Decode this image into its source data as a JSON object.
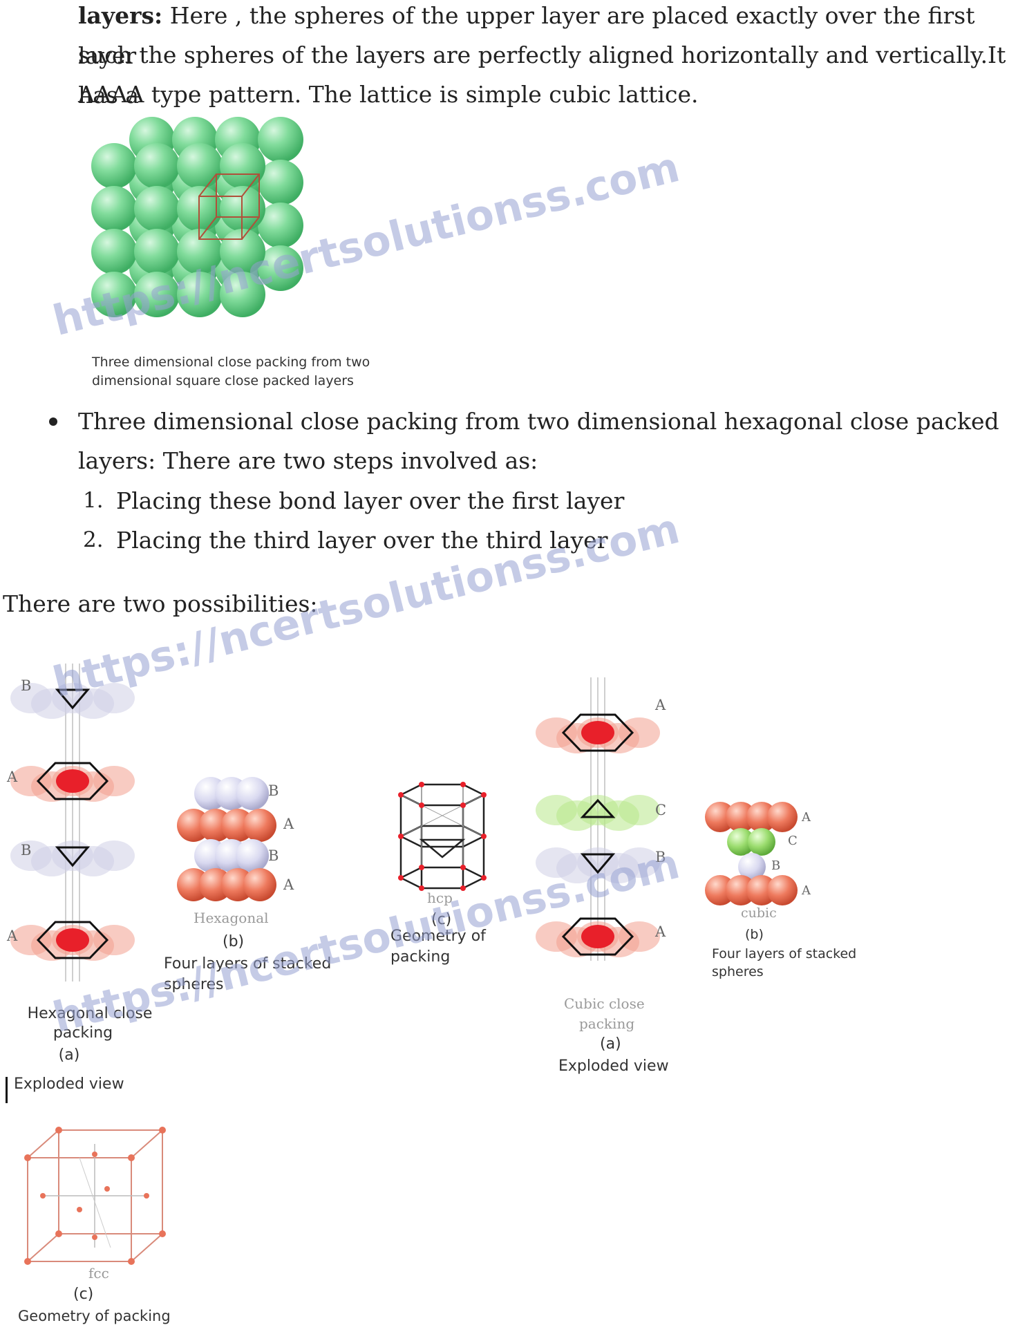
{
  "intro": {
    "bold": "layers:",
    "line1": " Here , the spheres of the upper layer are placed exactly over the first layer",
    "line2": "such the spheres of the layers are perfectly aligned horizontally and vertically.It has a",
    "line3": "AAAA type pattern. The lattice is simple cubic lattice."
  },
  "fig1": {
    "caption_line1": "Three dimensional close packing from two",
    "caption_line2": "dimensional square close packed layers",
    "sphere_color": "#7fd89a"
  },
  "bullet": {
    "line1": "Three dimensional close packing from two dimensional hexagonal close packed",
    "line2": "layers: There are two steps involved as:",
    "steps": [
      {
        "num": "1.",
        "text": "Placing these bond layer over the first layer"
      },
      {
        "num": "2.",
        "text": "Placing the third layer over the third layer"
      }
    ]
  },
  "possibilities": "There are two possibilities:",
  "watermark": "https://ncertsolutionss.com",
  "hcp": {
    "layer_labels": [
      "B",
      "A",
      "B",
      "A"
    ],
    "exploded_caption": [
      "Hexagonal close",
      "packing",
      "(a)",
      "Exploded view"
    ],
    "stack_labels": [
      "B",
      "A",
      "B",
      "A"
    ],
    "stack_caption": [
      "Hexagonal",
      "(b)",
      "Four layers of stacked",
      "spheres"
    ],
    "geometry_caption": [
      "hcp",
      "(c)",
      "Geometry of",
      "packing"
    ]
  },
  "ccp": {
    "layer_labels": [
      "A",
      "C",
      "B",
      "A"
    ],
    "exploded_caption": [
      "Cubic close",
      "packing",
      "(a)",
      "Exploded view"
    ],
    "stack_labels": [
      "A",
      "C",
      "B",
      "A"
    ],
    "stack_caption": [
      "cubic",
      "(b)",
      "Four layers of stacked",
      "spheres"
    ],
    "geometry_caption": [
      "fcc",
      "(c)",
      "Geometry of packing"
    ]
  },
  "colors": {
    "red_sphere": "#e8735a",
    "lavender_sphere": "#d8d8ee",
    "green_sphere": "#8fd86a",
    "red_dot": "#e8202a"
  }
}
